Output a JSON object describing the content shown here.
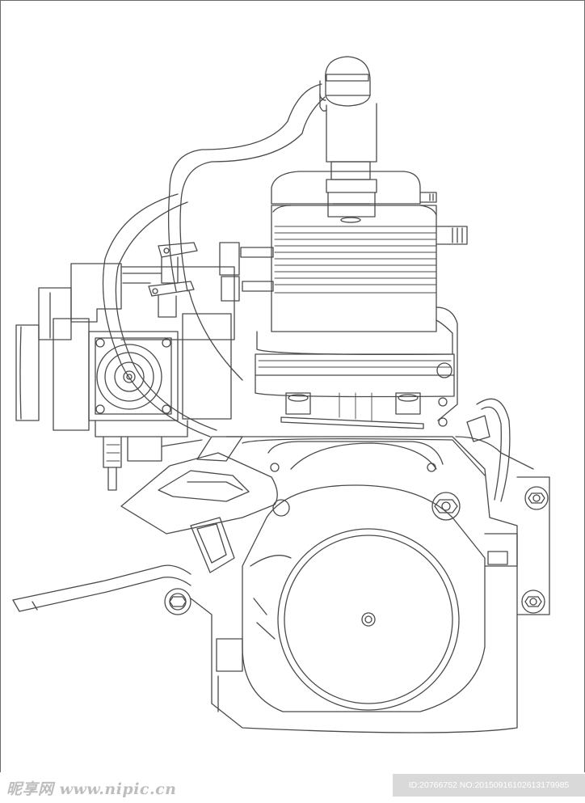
{
  "drawing": {
    "subject": "engine-line-drawing",
    "stroke_color": "#4a4a4a",
    "background_color": "#ffffff"
  },
  "watermark": {
    "site_logo": "昵享网 www.nipic.cn",
    "image_id": "ID:20766752 NO:20150916102613179985"
  }
}
